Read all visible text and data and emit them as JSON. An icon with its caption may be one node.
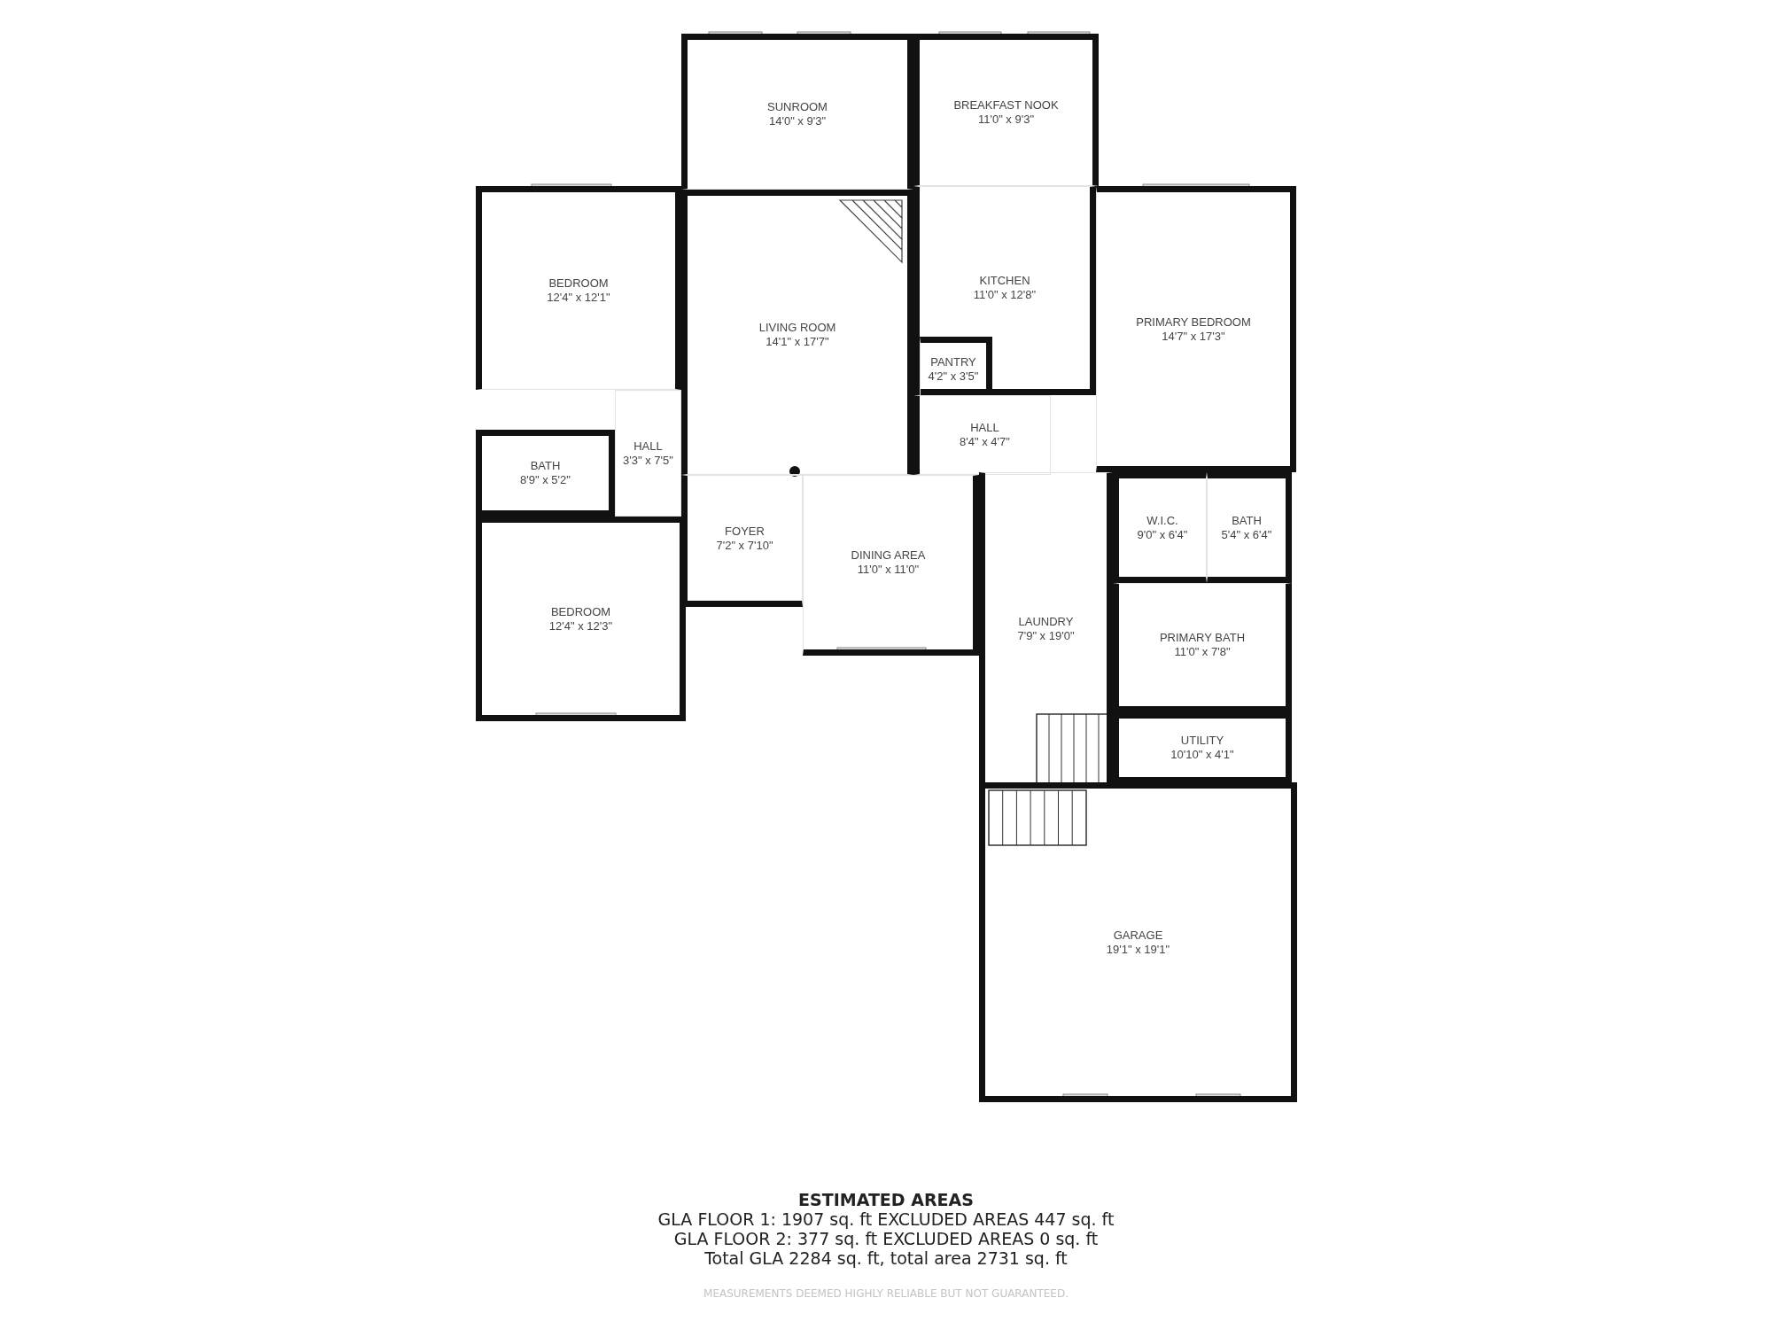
{
  "diagram": {
    "nodes": [
      {
        "text": [
          "SUNROOM",
          "14'0\" x 9'3\""
        ]
      },
      {
        "text": [
          "BREAKFAST NOOK",
          "11'0\" x 9'3\""
        ]
      },
      {
        "text": [
          "BEDROOM",
          "12'4\" x 12'1\""
        ]
      },
      {
        "text": [
          "LIVING ROOM",
          "14'1\" x 17'7\""
        ]
      },
      {
        "text": [
          "KITCHEN",
          "11'0\" x 12'8\""
        ]
      },
      {
        "text": [
          "PANTRY",
          "4'2\" x 3'5\""
        ],
        "in": 4
      },
      {
        "text": [
          "PRIMARY BEDROOM",
          "14'7\" x 17'3\""
        ]
      },
      {
        "text": [
          "BATH",
          "8'9\" x 5'2\""
        ]
      },
      {
        "text": [
          "HALL",
          "3'3\" x 7'5\""
        ]
      },
      {
        "text": [
          "HALL",
          "8'4\" x 4'7\""
        ]
      },
      {
        "text": [
          "FOYER",
          "7'2\" x 7'10\""
        ]
      },
      {
        "text": [
          "DINING AREA",
          "11'0\" x 11'0\""
        ]
      },
      {
        "text": [
          "W.I.C.",
          "9'0\" x 6'4\""
        ]
      },
      {
        "text": [
          "BATH",
          "5'4\" x 6'4\""
        ]
      },
      {
        "text": [
          "LAUNDRY",
          "7'9\" x 19'0\""
        ]
      },
      {
        "text": [
          "PRIMARY BATH",
          "11'0\" x 7'8\""
        ]
      },
      {
        "text": [
          "UTILITY",
          "10'10\" x 4'1\""
        ]
      },
      {
        "text": [
          "BEDROOM",
          "12'4\" x 12'3\""
        ]
      },
      {
        "text": [
          "GARAGE",
          "19'1\" x 19'1\""
        ]
      }
    ],
    "edges": [],
    "labels": [
      "ESTIMATED AREAS",
      "GLA FLOOR 1: 1907 sq. ft EXCLUDED AREAS 447 sq. ft",
      "GLA FLOOR 2: 377 sq. ft EXCLUDED AREAS 0 sq. ft",
      "Total GLA 2284 sq. ft, total area 2731 sq. ft",
      "MEASUREMENTS DEEMED HIGHLY RELIABLE BUT NOT GUARANTEED."
    ]
  }
}
